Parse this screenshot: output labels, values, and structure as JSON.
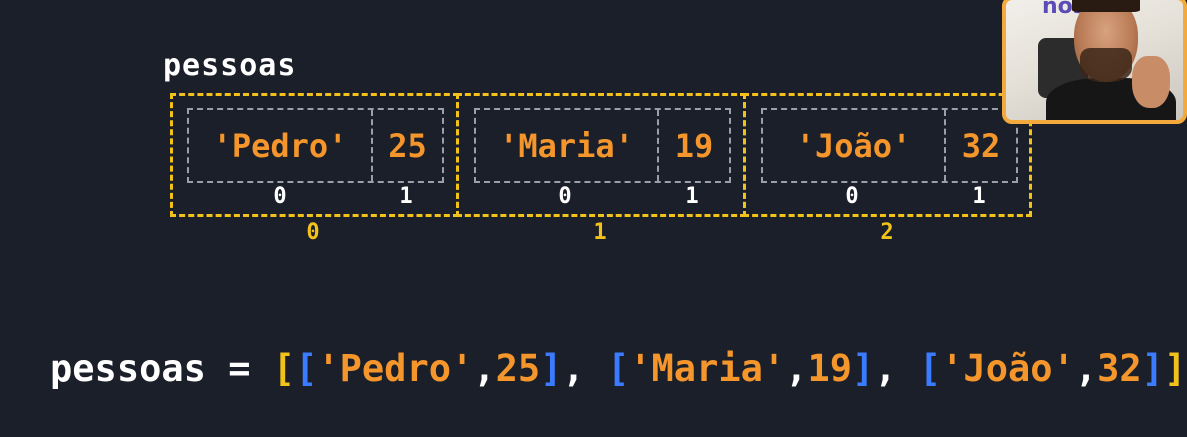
{
  "variable_label": "pessoas",
  "outer_items": [
    {
      "index": "0",
      "name": "'Pedro'",
      "value": "25",
      "inner_indices": [
        "0",
        "1"
      ]
    },
    {
      "index": "1",
      "name": "'Maria'",
      "value": "19",
      "inner_indices": [
        "0",
        "1"
      ]
    },
    {
      "index": "2",
      "name": "'João'",
      "value": "32",
      "inner_indices": [
        "0",
        "1"
      ]
    }
  ],
  "code": {
    "var": "pessoas",
    "eq": "=",
    "open_outer": "[",
    "close_outer": "]",
    "open_inner": "[",
    "close_inner": "]",
    "sep": ",",
    "inner_sep": ","
  },
  "webcam": {
    "logo_text": "nos"
  },
  "colors": {
    "background": "#1b1f29",
    "outer_border": "#f2c21b",
    "inner_border": "#9aa0a8",
    "value_text": "#f4962b",
    "inner_bracket": "#3a7bff",
    "webcam_border": "#f3a93c"
  }
}
